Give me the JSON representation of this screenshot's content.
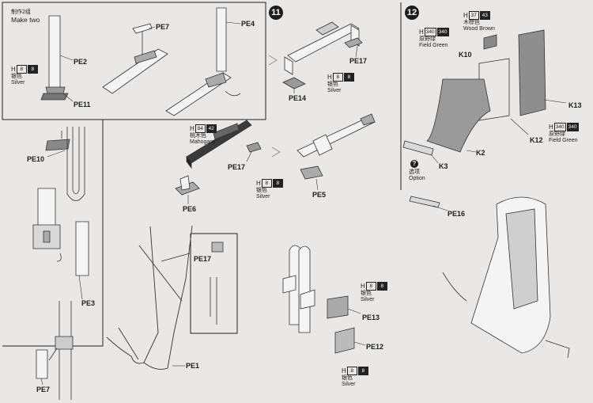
{
  "panels": {
    "top_left": {
      "note_cn": "制作2组",
      "note_en": "Make two"
    },
    "step11": {
      "number": "11"
    },
    "step12": {
      "number": "12"
    }
  },
  "parts": {
    "pe2": "PE2",
    "pe11": "PE11",
    "pe7_top": "PE7",
    "pe4": "PE4",
    "pe10": "PE10",
    "pe3": "PE3",
    "pe7_bottom": "PE7",
    "pe1": "PE1",
    "pe17_detail": "PE17",
    "pe14": "PE14",
    "pe17_a": "PE17",
    "pe17_b": "PE17",
    "pe6": "PE6",
    "pe5": "PE5",
    "pe13": "PE13",
    "pe12": "PE12",
    "k10": "K10",
    "k13": "K13",
    "k12": "K12",
    "k2": "K2",
    "k3": "K3",
    "pe16": "PE16"
  },
  "paints": {
    "silver_tl": {
      "prefix": "H",
      "num1": "8",
      "num2": "8",
      "cn": "银色",
      "en": "Silver"
    },
    "silver_11a": {
      "prefix": "H",
      "num1": "8",
      "num2": "8",
      "cn": "银色",
      "en": "Silver"
    },
    "mahogany": {
      "prefix": "H",
      "num1": "84",
      "num2": "42",
      "cn": "桃木色",
      "en": "Mahogany"
    },
    "silver_11b": {
      "prefix": "H",
      "num1": "8",
      "num2": "8",
      "cn": "银色",
      "en": "Silver"
    },
    "silver_pe13": {
      "prefix": "H",
      "num1": "8",
      "num2": "8",
      "cn": "银色",
      "en": "Silver"
    },
    "silver_pe12": {
      "prefix": "H",
      "num1": "8",
      "num2": "8",
      "cn": "银色",
      "en": "Silver"
    },
    "wood_brown": {
      "prefix": "H",
      "num1": "37",
      "num2": "43",
      "cn": "木棕色",
      "en": "Wood Brown"
    },
    "field_green_a": {
      "prefix": "H",
      "num1": "340",
      "num2": "340",
      "cn": "原野绿",
      "en": "Field Green"
    },
    "field_green_b": {
      "prefix": "H",
      "num1": "340",
      "num2": "340",
      "cn": "原野绿",
      "en": "Field Green"
    }
  },
  "option": {
    "icon": "?",
    "cn": "选项",
    "en": "Option"
  },
  "colors": {
    "ink": "#1d1d1d",
    "paper": "#e9e8e6",
    "seat": "#9a9a9a",
    "panel": "#8e8e8e"
  }
}
